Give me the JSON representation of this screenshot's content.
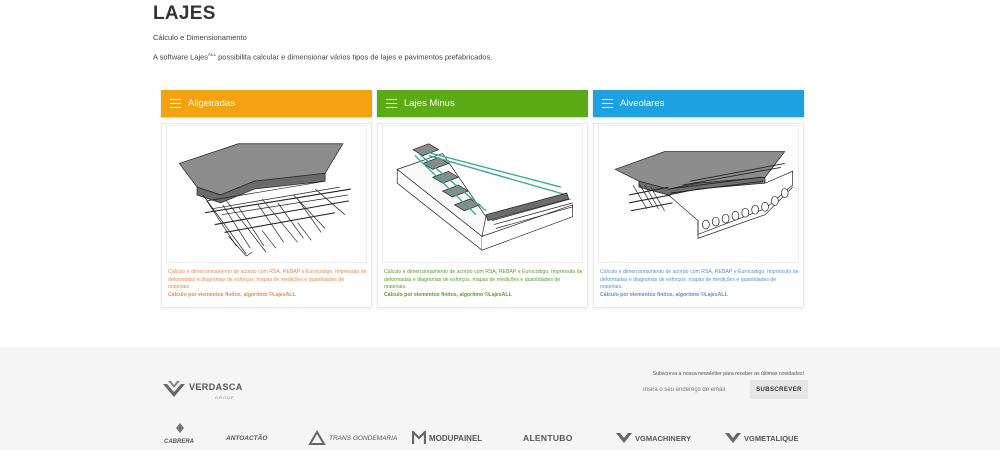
{
  "page": {
    "title": "LAJES",
    "subtitle": "Cálculo e Dimensionamento",
    "intro_before": "A software Lajes",
    "intro_sup": "ALL",
    "intro_after": " possibilita calcular e dimensionar vários tipos de lajes e pavimentos prefabricados."
  },
  "cards": [
    {
      "title": "Aligeiradas",
      "color": "#f2a30f",
      "text_color": "#e8894d",
      "description": "Cálculo e dimensionamento de acordo com RSA, REBAP e Eurocodigo. Impressão de deformadas e diagramas de esforços, mapas de medições e quantidades de materiais.",
      "highlight": "Cálculo por elementos finitos, algoritmo ©LajesALL"
    },
    {
      "title": "Lajes Minus",
      "color": "#5aab16",
      "text_color": "#5a9a2a",
      "description": "Cálculo e dimensionamento de acordo com RSA, REBAP e Eurocodigo. Impressão de deformadas e diagramas de esforços, mapas de medições e quantidades de materiais.",
      "highlight": "Cálculo por elementos finitos, algoritmo ©LajesALL"
    },
    {
      "title": "Alveolares",
      "color": "#1ea1e0",
      "text_color": "#5b8fd1",
      "description": "Cálculo e dimensionamento de acordo com RSA, REBAP e Eurocodigo. Impressão de deformadas e diagramas de esforços, mapas de medições e quantidades de materiais.",
      "highlight": "Cálculo por elementos finitos, algoritmo ©LajesALL"
    }
  ],
  "footer": {
    "brand_name": "VERDASCA",
    "brand_sub": "GROUP",
    "newsletter_text": "Subscreva a nossa newsletter para receber as últimas novidades!",
    "email_placeholder": "Insira o seu endereço de email",
    "subscribe_label": "SUBSCREVER",
    "partners": [
      "CABRERA",
      "ANTOACTÃO",
      "TRANS GONDEMARIA",
      "MODUPAINEL",
      "ALENTUBO",
      "VGMACHINERY",
      "VGMETALIQUE"
    ]
  }
}
